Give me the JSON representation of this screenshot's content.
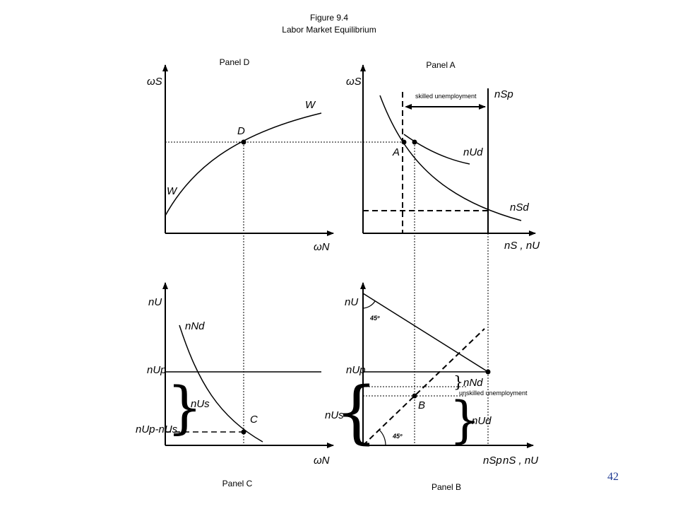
{
  "figure": {
    "number": "Figure 9.4",
    "title": "Labor Market Equilibrium"
  },
  "page_number": "42",
  "panels": {
    "D": {
      "title": "Panel D",
      "y_axis": "ωS",
      "x_axis": "ωN",
      "curve_label_top": "W",
      "curve_label_bottom": "W",
      "point": "D"
    },
    "A": {
      "title": "Panel A",
      "y_axis": "ωS",
      "x_axis": "nS , nU",
      "nsp_label": "nSp",
      "nud_label": "nUd",
      "nsd_label": "nSd",
      "point": "A",
      "annotation": "skilled unemployment"
    },
    "C": {
      "title": "Panel C",
      "y_axis": "nU",
      "x_axis": "ωN",
      "nnd_label": "nNd",
      "nup_label": "nUp",
      "nus_label": "nUs",
      "diff_label": "nUp-nUs",
      "point": "C"
    },
    "B": {
      "title": "Panel B",
      "y_axis": "nU",
      "x_axis": "nS , nU",
      "nup_label": "nUp",
      "nus_label": "nUs",
      "nnd_label": "nNd",
      "nud_label": "nUd",
      "nsp_label": "nSp",
      "point": "B",
      "angle_top": "45º",
      "angle_bottom": "45º",
      "annotation": "unskilled unemployment"
    }
  }
}
